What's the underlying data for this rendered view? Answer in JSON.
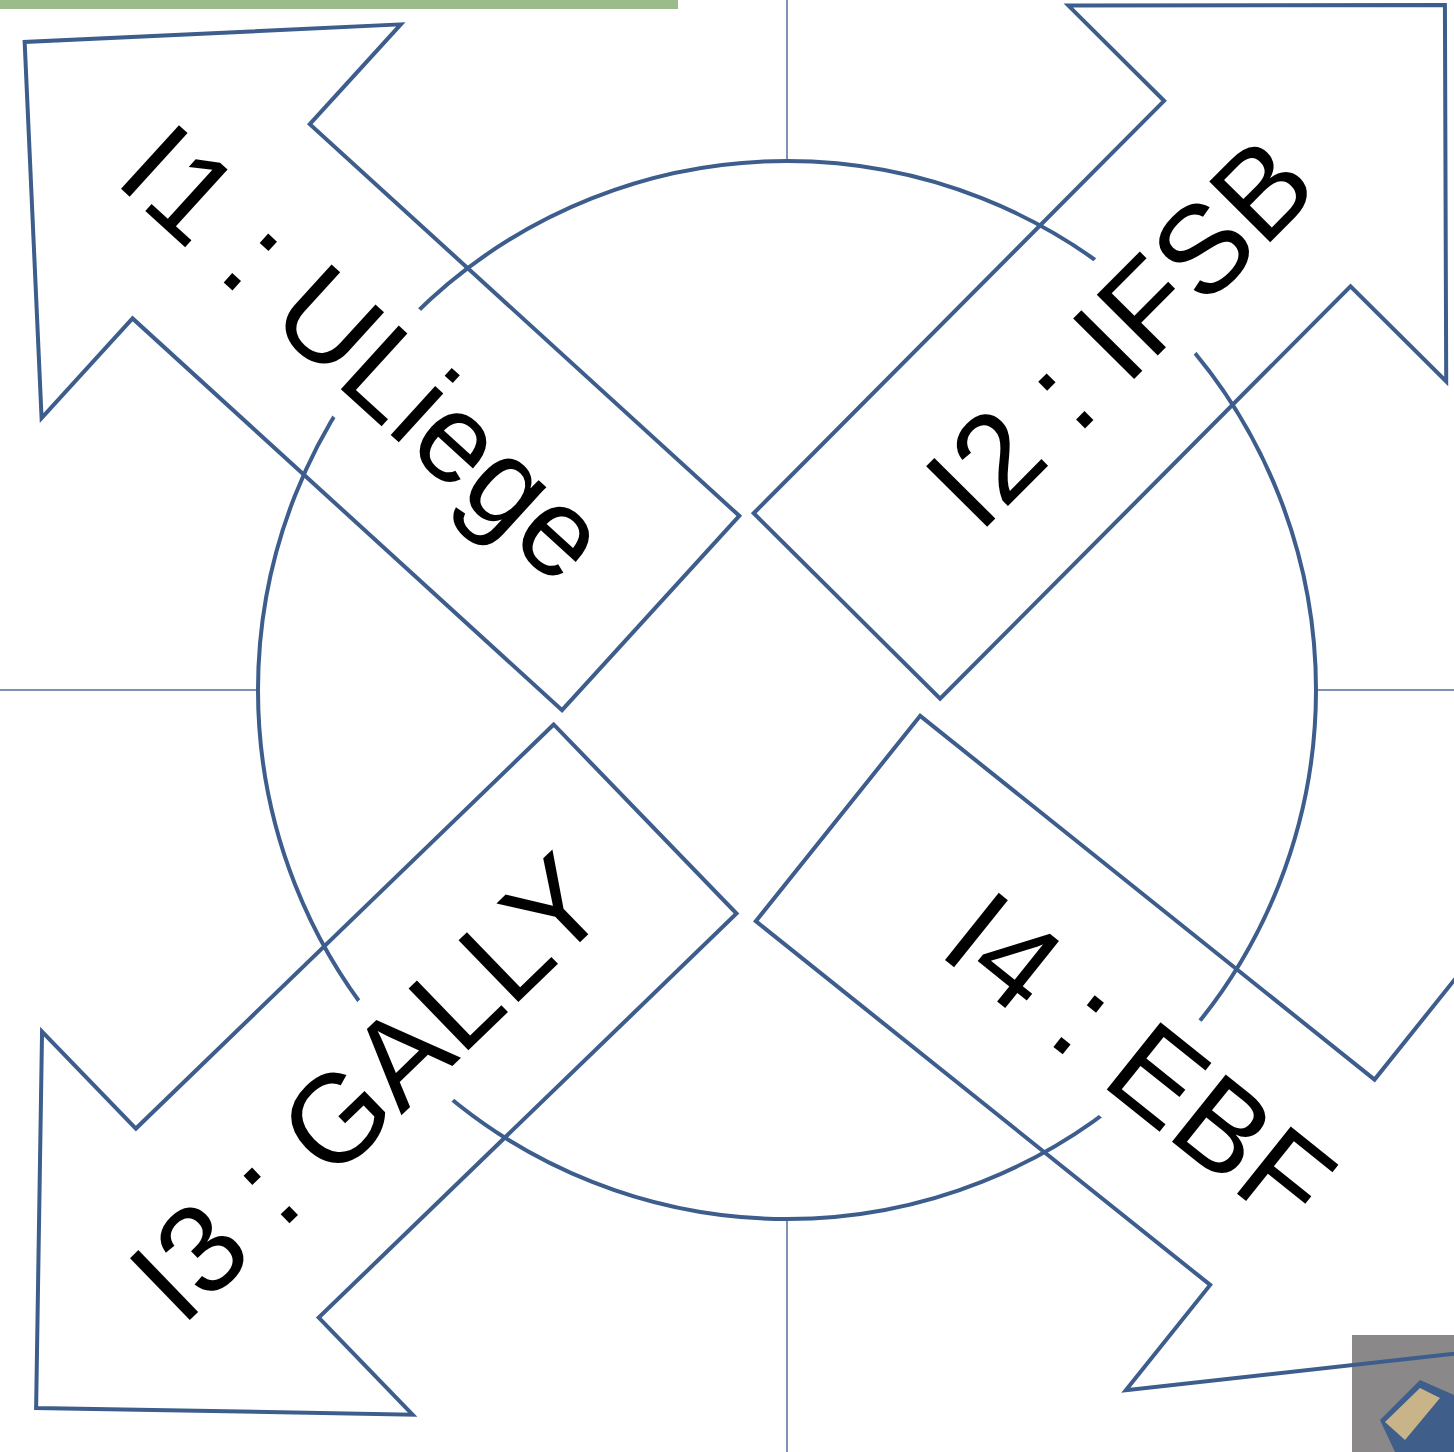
{
  "diagram": {
    "nodes": [
      {
        "text": [
          "I1 : ULiege"
        ]
      },
      {
        "text": [
          "I2 : IFSB"
        ]
      },
      {
        "text": [
          "I3 : GALLY"
        ]
      },
      {
        "text": [
          "I4 : EBF"
        ]
      }
    ]
  }
}
